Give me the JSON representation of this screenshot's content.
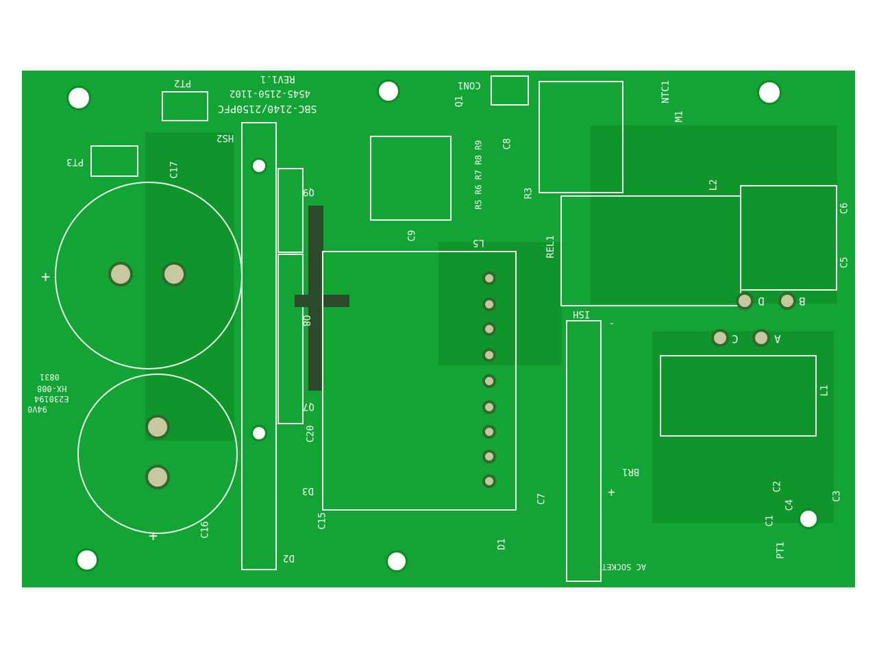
{
  "board": {
    "color": "#14a335",
    "silkscreen_color": "#ffffff",
    "title_lines": [
      "REV1.1",
      "4545-2150-1102",
      "SBC-2140/2150PFC"
    ],
    "marking_lines": [
      "0831",
      "HX-008",
      "E230194",
      "94V0"
    ]
  },
  "labels": {
    "pt2": "PT2",
    "pt3": "PT3",
    "c17": "C17",
    "hs2": "HS2",
    "q9": "Q9",
    "q8": "Q8",
    "q7": "Q7",
    "c20": "C20",
    "d3": "D3",
    "c15": "C15",
    "d2": "D2",
    "c16": "C16",
    "q1": "Q1",
    "con1": "CON1",
    "c8": "C8",
    "r3": "R3",
    "r_group": "R5 R6 R7 R8 R9",
    "c9": "C9",
    "l5": "L5",
    "ntc1": "NTC1",
    "m1": "M1",
    "l2": "L2",
    "rel1": "REL1",
    "c6": "C6",
    "c5": "C5",
    "d": "D",
    "b": "B",
    "c": "C",
    "a": "A",
    "ish": "ISH",
    "l1": "L1",
    "br1": "BR1",
    "c7": "C7",
    "d1": "D1",
    "ac_socket": "AC SOCKET",
    "c1": "C1",
    "c2": "C2",
    "c3": "C3",
    "c4": "C4",
    "pt1": "PT1",
    "plus": "+",
    "minus": "-"
  }
}
